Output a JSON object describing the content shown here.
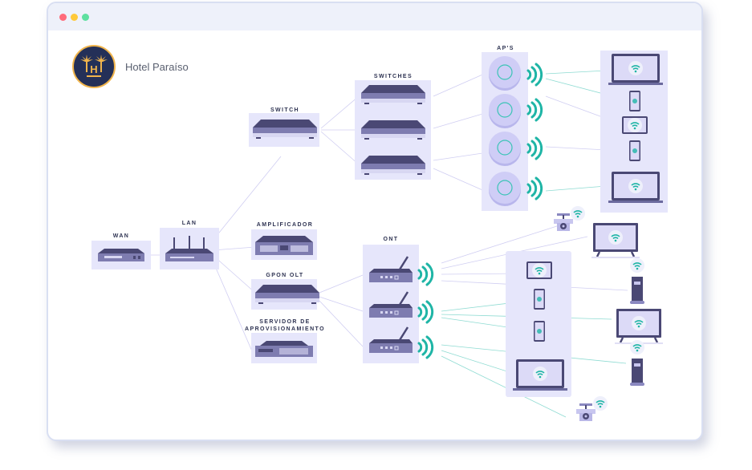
{
  "window": {
    "controls": [
      {
        "name": "close",
        "color": "#ff6b7a"
      },
      {
        "name": "minimize",
        "color": "#ffc93a"
      },
      {
        "name": "maximize",
        "color": "#5ee0a0"
      }
    ]
  },
  "brand": {
    "name": "Hotel Paraíso",
    "logo_icon": "palm-trees-h-logo"
  },
  "colors": {
    "device_panel": "#e6e6fb",
    "device_body": "#6b6a9e",
    "device_dark": "#4a4874",
    "signal": "#1fb5a6",
    "wired_link": "#c8c6ef",
    "wireless_link": "#7fd6cc"
  },
  "diagram": {
    "nodes": {
      "wan": {
        "label": "WAN",
        "icon": "modem-icon"
      },
      "lan": {
        "label": "LAN",
        "icon": "router-icon"
      },
      "switch": {
        "label": "SWITCH",
        "icon": "switch-icon"
      },
      "switches": {
        "label": "SWITCHES",
        "icon": "switch-icon",
        "count": 3
      },
      "aps": {
        "label": "AP'S",
        "icon": "access-point-icon",
        "count": 4
      },
      "amplificador": {
        "label": "AMPLIFICADOR",
        "icon": "amplifier-icon"
      },
      "gpon_olt": {
        "label": "GPON OLT",
        "icon": "olt-icon"
      },
      "servidor": {
        "label_line1": "SERVIDOR DE",
        "label_line2": "APROVISIONAMIENTO",
        "icon": "server-icon"
      },
      "ont": {
        "label": "ONT",
        "icon": "ont-router-icon",
        "count": 3
      }
    },
    "ap_clients": [
      "laptop",
      "phone",
      "tablet",
      "phone",
      "laptop"
    ],
    "ont_clients_panel": [
      "tablet",
      "phone",
      "phone",
      "laptop"
    ],
    "ont_clients_free": [
      "camera",
      "tv",
      "set-top-box",
      "tv",
      "set-top-box",
      "camera"
    ]
  }
}
